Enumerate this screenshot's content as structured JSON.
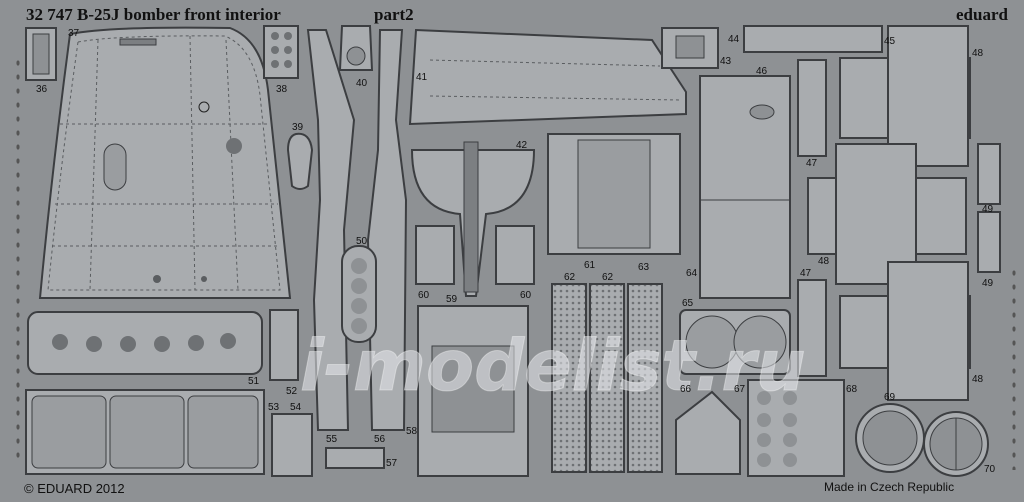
{
  "sheet": {
    "header": "32 747 B-25J bomber front interior",
    "part": "part2",
    "brand": "eduard",
    "copyright": "© EDUARD 2012",
    "origin": "Made in Czech Republic",
    "watermark": "i-modelist.ru"
  },
  "colors": {
    "background": "#8e9194",
    "metal": "#a9acaf",
    "outline": "#3c3e41",
    "text": "#111111"
  },
  "part_numbers": {
    "p36": "36",
    "p37": "37",
    "p38": "38",
    "p39": "39",
    "p40": "40",
    "p41": "41",
    "p42": "42",
    "p43": "43",
    "p44": "44",
    "p45": "45",
    "p46": "46",
    "p47a": "47",
    "p47b": "47",
    "p48a": "48",
    "p48b": "48",
    "p48c": "48",
    "p49a": "49",
    "p49b": "49",
    "p50": "50",
    "p51": "51",
    "p52": "52",
    "p53": "53",
    "p54": "54",
    "p55": "55",
    "p56": "56",
    "p57": "57",
    "p58": "58",
    "p59": "59",
    "p60a": "60",
    "p60b": "60",
    "p61": "61",
    "p62a": "62",
    "p62b": "62",
    "p63": "63",
    "p64": "64",
    "p65": "65",
    "p66": "66",
    "p67": "67",
    "p68": "68",
    "p69": "69",
    "p70": "70"
  }
}
